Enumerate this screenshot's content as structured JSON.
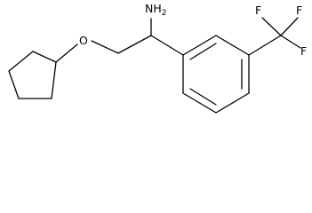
{
  "structure": {
    "atoms": {
      "amine": "NH2",
      "ether_oxygen": "O",
      "fluorine_1": "F",
      "fluorine_2": "F",
      "fluorine_3": "F"
    },
    "groups": [
      "cyclopentyl",
      "ether-linker",
      "aminoethyl",
      "benzene-ring",
      "trifluoromethyl"
    ]
  }
}
